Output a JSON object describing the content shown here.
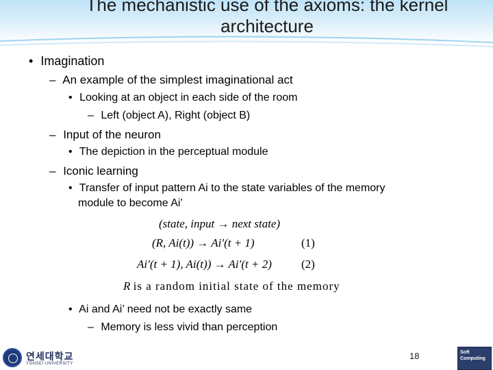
{
  "slide": {
    "title": "The mechanistic use of the axioms: the kernel architecture",
    "bullets": [
      {
        "marker": "•",
        "text": "Imagination"
      },
      {
        "marker": "–",
        "text": "An example of the simplest imaginational act"
      },
      {
        "marker": "•",
        "text": "Looking at an object in each side of the room"
      },
      {
        "marker": "–",
        "text": "Left (object A), Right (object B)"
      },
      {
        "marker": "–",
        "text": "Input of the neuron"
      },
      {
        "marker": "•",
        "text": "The depiction in the perceptual module"
      },
      {
        "marker": "–",
        "text": "Iconic learning"
      },
      {
        "marker": "•",
        "text": "Transfer of input pattern Ai to the state variables of the memory"
      },
      {
        "marker": "",
        "text": "module to become Ai’"
      },
      {
        "marker": "•",
        "text": "Ai and Ai’ need not be exactly same"
      },
      {
        "marker": "–",
        "text": "Memory is less vivid than perception"
      }
    ],
    "formulas": {
      "header": "(state, input → next state)",
      "eq1": "(R, Ai(t)) → Ai′(t + 1)",
      "eq1_num": "(1)",
      "eq2": "Ai′(t + 1), Ai(t)) → Ai′(t + 2)",
      "eq2_num": "(2)",
      "note_var": "R",
      "note_text": "is a random initial state of the memory"
    },
    "page_number": "18"
  },
  "footer": {
    "university_ko": "연세대학교",
    "university_en": "YONSEI UNIVERSITY",
    "badge_text": "Soft Computing"
  },
  "colors": {
    "header_top": "#bfe3f7",
    "text": "#000000"
  }
}
